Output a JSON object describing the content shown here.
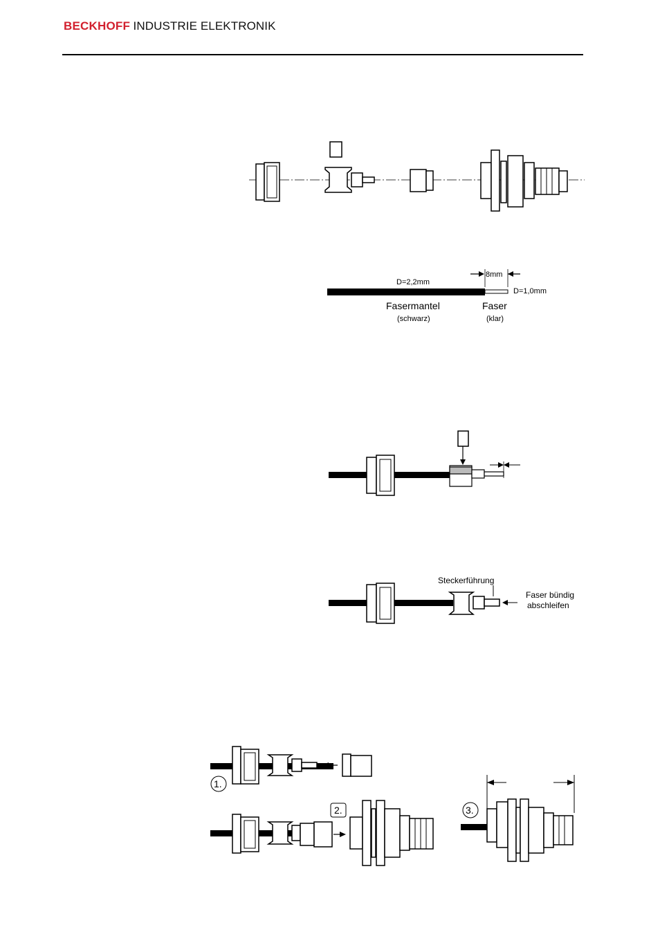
{
  "header": {
    "brand": "BECKHOFF",
    "subtitle": "INDUSTRIE ELEKTRONIK"
  },
  "figure2": {
    "dim_length": "8mm",
    "dia_jacket": "D=2,2mm",
    "dia_fiber": "D=1,0mm",
    "label_jacket": "Fasermantel",
    "label_jacket_sub": "(schwarz)",
    "label_fiber": "Faser",
    "label_fiber_sub": "(klar)"
  },
  "figure4": {
    "label_guide": "Steckerführung",
    "label_grind_1": "Faser bündig",
    "label_grind_2": "abschleifen"
  },
  "figure5": {
    "step1": "1.",
    "step2": "2.",
    "step3": "3."
  }
}
